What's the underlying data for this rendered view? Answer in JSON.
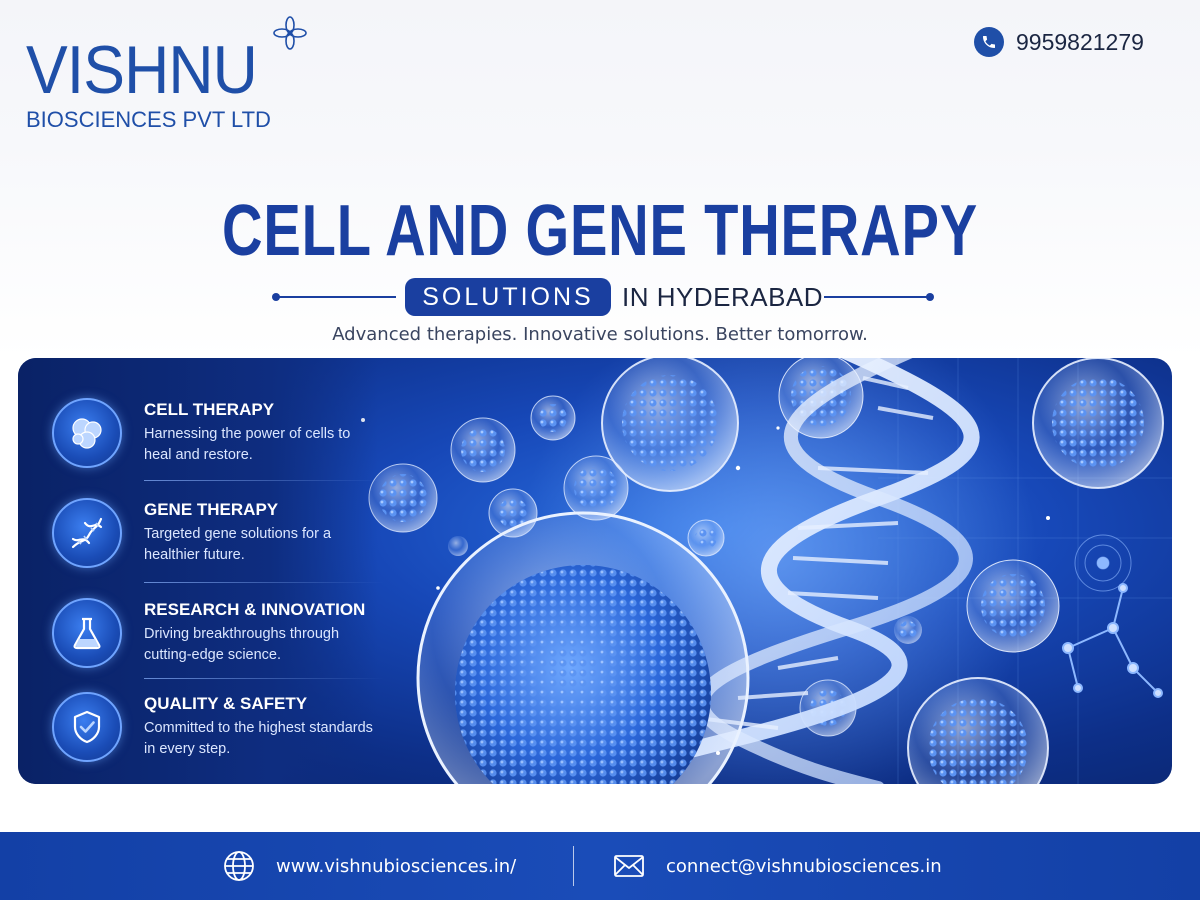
{
  "brand": {
    "name": "VISHNU",
    "subtitle": "BIOSCIENCES PVT LTD",
    "color": "#1f4fa8"
  },
  "contact": {
    "phone": "9959821279",
    "website": "www.vishnubiosciences.in/",
    "email": "connect@vishnubiosciences.in"
  },
  "hero": {
    "headline": "CELL AND GENE THERAPY",
    "pill_label": "SOLUTIONS",
    "location_text": "IN HYDERABAD",
    "tagline": "Advanced therapies. Innovative solutions. Better tomorrow."
  },
  "features": [
    {
      "title": "CELL THERAPY",
      "description": "Harnessing the power of cells to heal and restore.",
      "icon": "cells-icon"
    },
    {
      "title": "GENE THERAPY",
      "description": "Targeted gene solutions for a healthier future.",
      "icon": "dna-icon"
    },
    {
      "title": "RESEARCH & INNOVATION",
      "description": "Driving breakthroughs through cutting-edge science.",
      "icon": "flask-icon"
    },
    {
      "title": "QUALITY & SAFETY",
      "description": "Committed to the highest standards in every step.",
      "icon": "shield-check-icon"
    }
  ],
  "icons": {
    "phone": "phone-icon",
    "website": "globe-icon",
    "email": "mail-icon",
    "logo": "flower-icon"
  },
  "colors": {
    "primary": "#1a3fa0",
    "banner_dark": "#0a2368",
    "banner_light": "#2a6fe0",
    "footer": "#1a4cb8"
  }
}
